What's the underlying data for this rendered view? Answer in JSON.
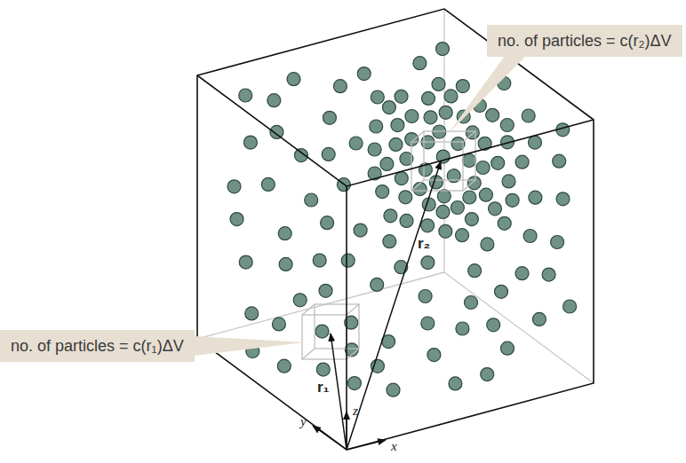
{
  "diagram": {
    "nodes": [
      {
        "text": [
          "no. of particles = c(r₂)ΔV"
        ]
      },
      {
        "text": [
          "no. of particles = c(r₁)ΔV"
        ]
      }
    ],
    "labels": [
      "r₂",
      "r₁",
      "z",
      "y",
      "x"
    ]
  }
}
